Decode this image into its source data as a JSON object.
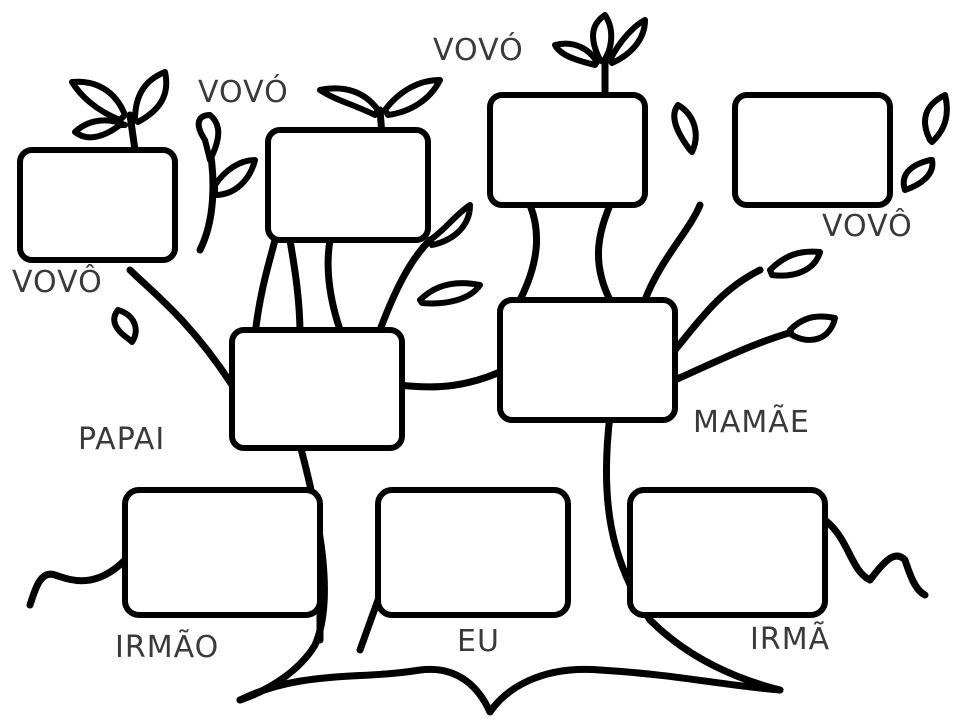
{
  "labels": {
    "grandpa_left": "VOVÔ",
    "grandma_left": "VOVÓ",
    "grandma_right": "VOVÓ",
    "grandpa_right": "VOVÔ",
    "father": "PAPAI",
    "mother": "MAMÃE",
    "brother": "IRMÃO",
    "me": "EU",
    "sister": "IRMÃ"
  }
}
